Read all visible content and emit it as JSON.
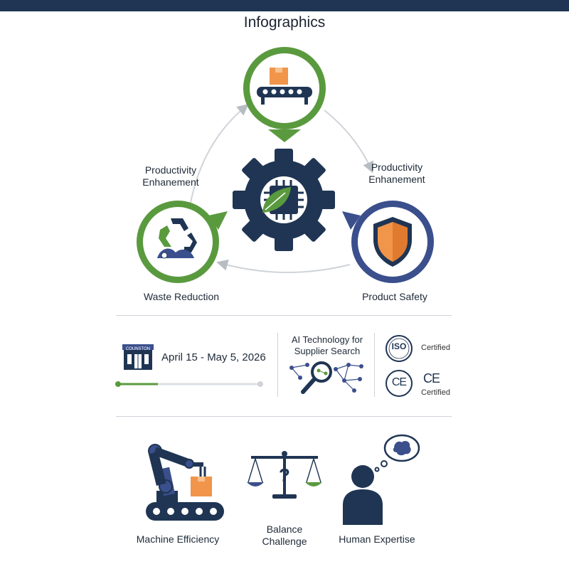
{
  "title": "Infographics",
  "cycle": {
    "left_label": "Productivity Enhanement",
    "right_label": "Productivity Enhanement",
    "waste_label": "Waste Reduction",
    "safety_label": "Product Safety"
  },
  "timeline": {
    "building_sign": "COUNSTON",
    "date_range": "April 15 - May 5, 2026",
    "progress": 0.28
  },
  "ai": {
    "label": "AI Technology for Supplier Search"
  },
  "certs": {
    "iso_text": "ISO",
    "iso_label": "Certified",
    "ce_text": "CE",
    "ce_label": "Certified"
  },
  "bottom": {
    "machine_label": "Machine Efficiency",
    "balance_label": "Balance Challenge",
    "human_label": "Human Expertise"
  },
  "colors": {
    "navy": "#1f3553",
    "green": "#5a9a3e",
    "blue": "#3a4f8c",
    "orange": "#f0954a"
  }
}
